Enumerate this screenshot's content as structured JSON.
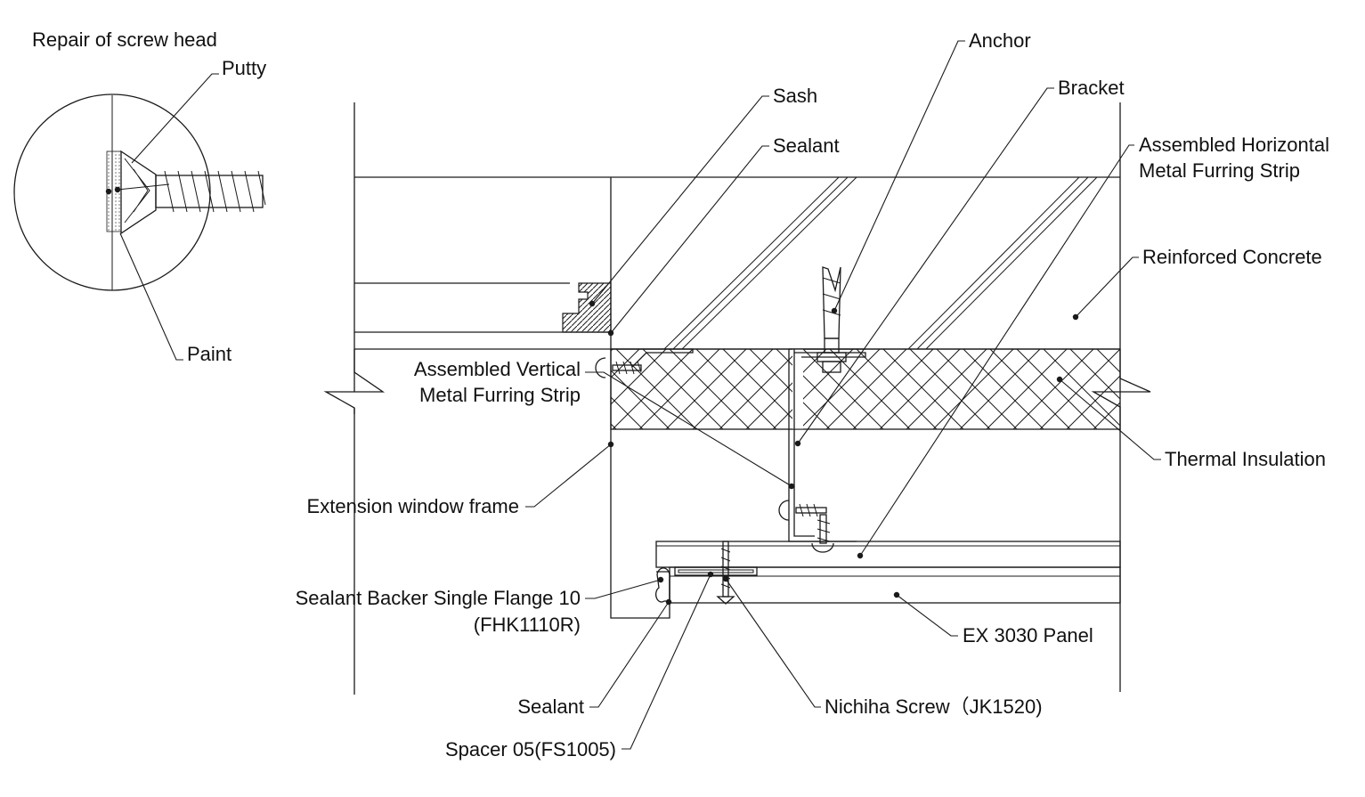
{
  "detail_title": "Repair of screw head",
  "labels": {
    "putty": "Putty",
    "paint": "Paint",
    "anchor": "Anchor",
    "sash": "Sash",
    "bracket": "Bracket",
    "sealant_top": "Sealant",
    "horizontal_furring_1": "Assembled Horizontal",
    "horizontal_furring_2": "Metal Furring Strip",
    "reinforced_concrete": "Reinforced Concrete",
    "vertical_furring_1": "Assembled Vertical",
    "vertical_furring_2": "Metal Furring Strip",
    "thermal_insulation": "Thermal Insulation",
    "extension_window_frame": "Extension window frame",
    "sealant_backer_1": "Sealant Backer Single Flange 10",
    "sealant_backer_2": "(FHK1110R)",
    "ex_panel": "EX 3030 Panel",
    "sealant_bottom": "Sealant",
    "nichiha_screw": "Nichiha Screw（JK1520)",
    "spacer": "Spacer 05(FS1005)"
  },
  "colors": {
    "line": "#1a1a1a",
    "background": "#ffffff"
  }
}
